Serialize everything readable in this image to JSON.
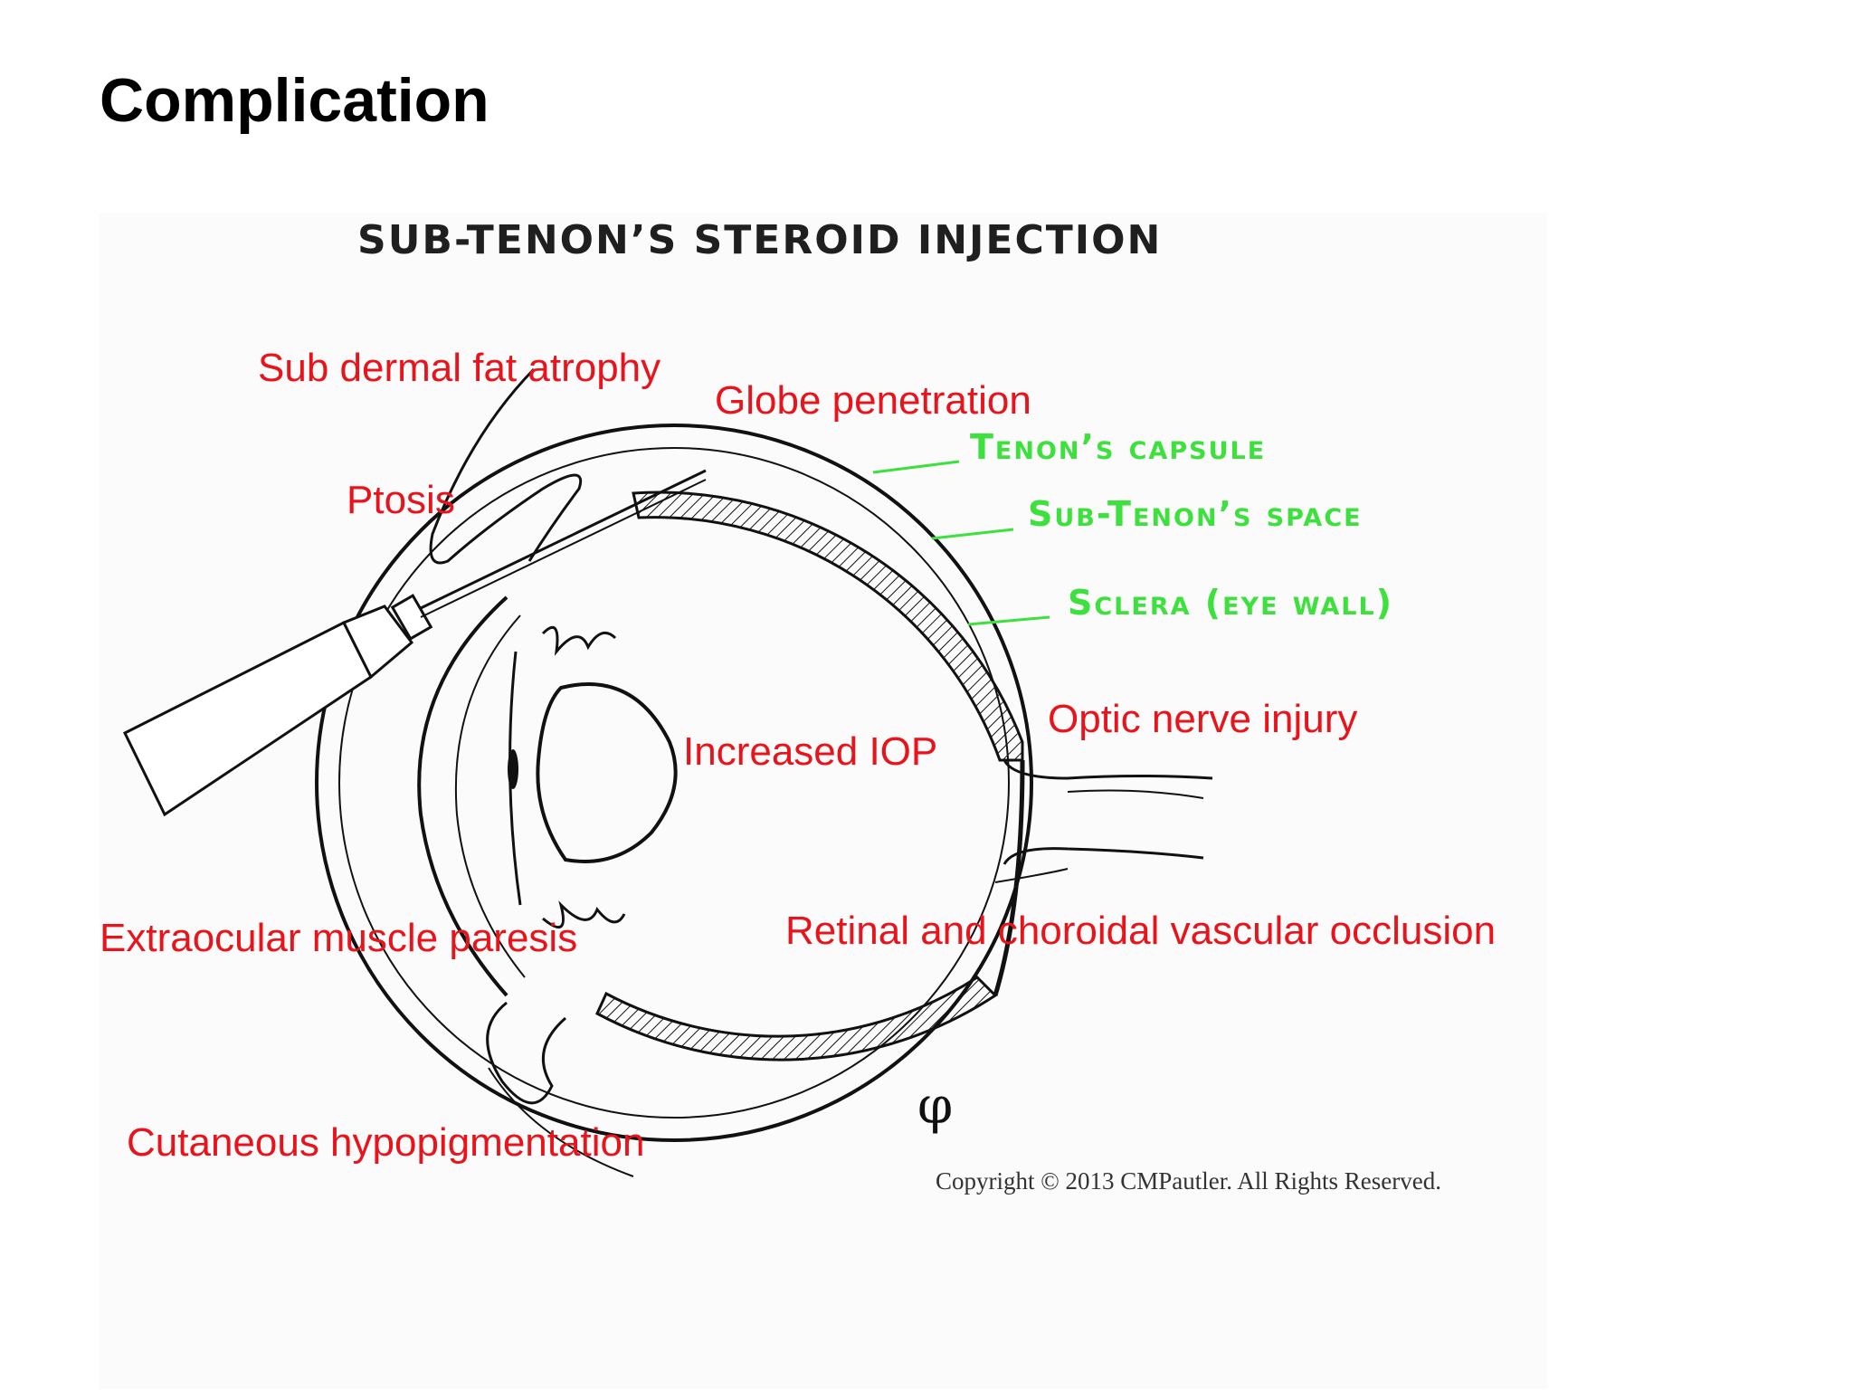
{
  "slide": {
    "title": "Complication"
  },
  "figure": {
    "title": "SUB-TENON’S STEROID INJECTION",
    "anatomy_labels": [
      "Tenon’s capsule",
      "Sub-Tenon’s space",
      "Sclera (eye wall)"
    ],
    "signature": "φ",
    "copyright": "Copyright © 2013 CMPautler. All Rights Reserved."
  },
  "complications": [
    "Sub dermal fat atrophy",
    "Globe penetration",
    "Ptosis",
    "Increased IOP",
    "Optic nerve injury",
    "Extraocular muscle paresis",
    "Retinal and choroidal vascular occlusion",
    "Cutaneous hypopigmentation"
  ],
  "colors": {
    "title": "#000000",
    "complication_text": "#e8141c",
    "anatomy_label": "#3ee03e",
    "line_art": "#111111"
  }
}
